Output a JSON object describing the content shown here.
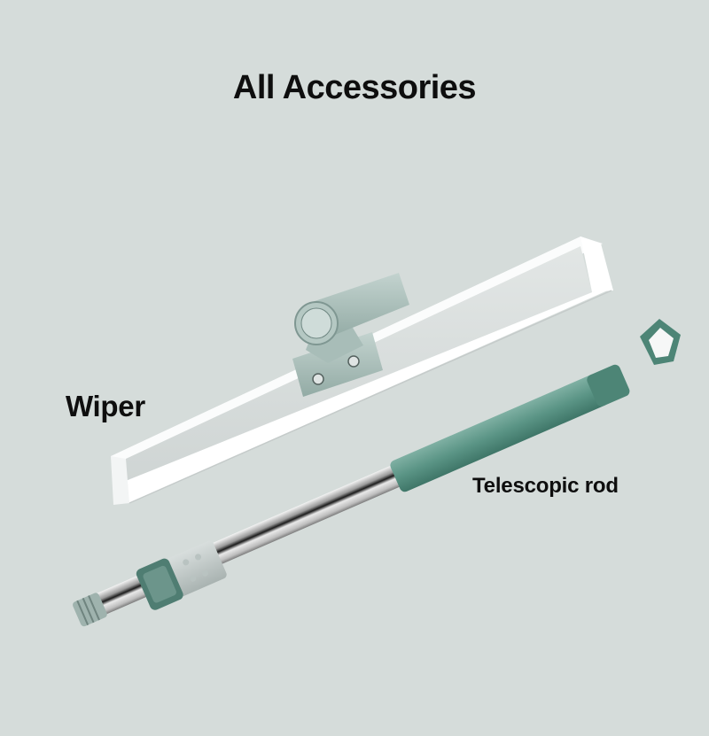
{
  "page": {
    "title": "All Accessories",
    "background_color": "#d5dcda"
  },
  "accessories": [
    {
      "id": "wiper",
      "label": "Wiper",
      "color": "#ffffff",
      "bracket_color": "#a9c0bb"
    },
    {
      "id": "telescopic-rod",
      "label": "Telescopic rod",
      "grip_color": "#5a9485",
      "shaft_color": "#c8ccce"
    }
  ]
}
